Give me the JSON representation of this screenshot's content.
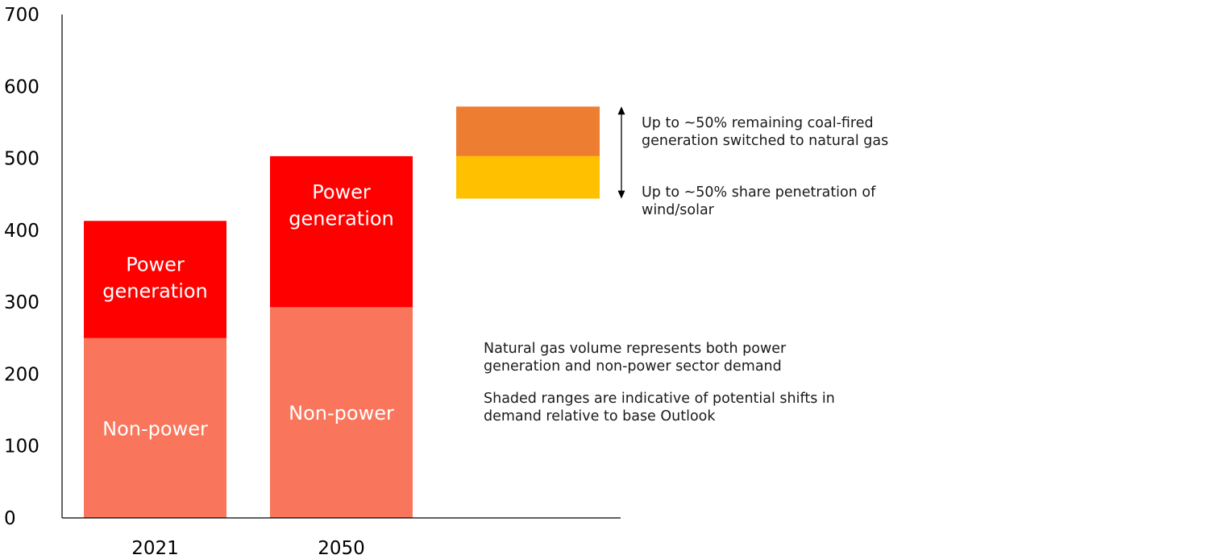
{
  "colors": {
    "non_power": "#f9765c",
    "power_generation": "#ff0000",
    "coal_switch": "#ed7d31",
    "wind_solar": "#ffc000",
    "axis": "#000000",
    "label_text": "#ffffff"
  },
  "chart_data": {
    "type": "bar",
    "stacked": true,
    "categories": [
      "2021",
      "2050"
    ],
    "series": [
      {
        "name": "Non-power",
        "values": [
          250,
          293
        ],
        "color_key": "non_power"
      },
      {
        "name": "Power generation",
        "values": [
          163,
          210
        ],
        "color_key": "power_generation"
      }
    ],
    "ylim": [
      0,
      700
    ],
    "yticks": [
      0,
      100,
      200,
      300,
      400,
      500,
      600,
      700
    ],
    "grid": false,
    "shaded_ranges": [
      {
        "label": "Up to ~50% remaining coal-fired generation switched to natural gas",
        "from": 503,
        "to": 572,
        "color_key": "coal_switch"
      },
      {
        "label": "Up to ~50% share penetration of wind/solar",
        "from": 444,
        "to": 503,
        "color_key": "wind_solar"
      }
    ],
    "range_arrow": {
      "from": 444,
      "to": 572
    }
  },
  "notes": [
    "Natural gas volume represents both power generation and non-power sector demand",
    "Shaded ranges are indicative of potential shifts in demand relative to base Outlook"
  ]
}
